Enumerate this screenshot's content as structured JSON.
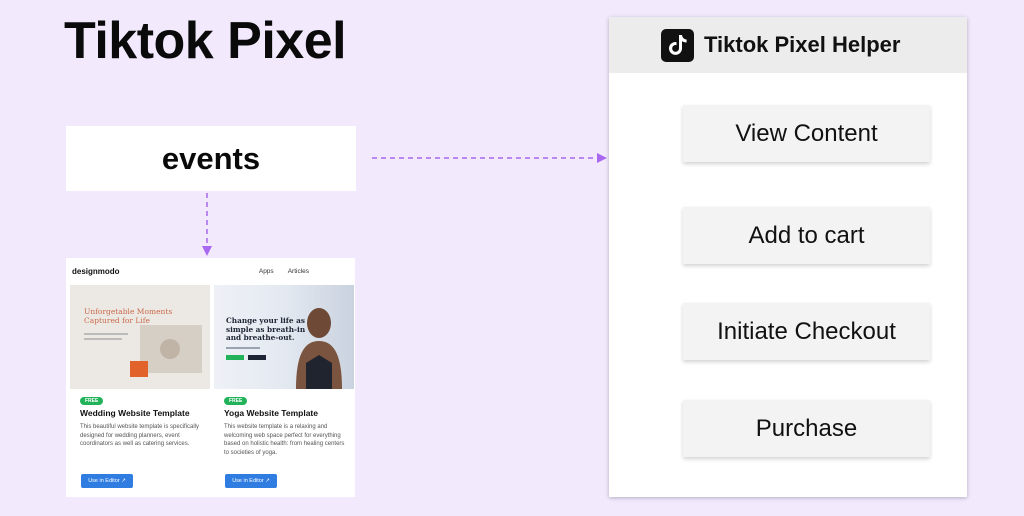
{
  "title": "Tiktok Pixel",
  "events_label": "events",
  "helper": {
    "title": "Tiktok Pixel Helper",
    "logo_icon": "tiktok-note-icon",
    "events": [
      "View Content",
      "Add to cart",
      "Initiate Checkout",
      "Purchase"
    ]
  },
  "colors": {
    "background": "#f2e9fd",
    "arrow": "#a869f0",
    "badge": "#22b35a",
    "button": "#2f7de1"
  },
  "website": {
    "logo": "designmodo",
    "nav": [
      "Apps",
      "Articles"
    ],
    "cards": [
      {
        "hero": "Unforgetable Moments Captured for Life",
        "badge": "FREE",
        "title": "Wedding Website Template",
        "desc": "This beautiful website template is specifically designed for wedding planners, event coordinators as well as catering services.",
        "button": "Use in Editor ↗"
      },
      {
        "hero": "Change your life as simple as breath-in and breathe-out.",
        "badge": "FREE",
        "title": "Yoga Website Template",
        "desc": "This website template is a relaxing and welcoming web space perfect for everything based on holistic health: from healing centers to societies of yoga.",
        "button": "Use in Editor ↗"
      }
    ]
  }
}
